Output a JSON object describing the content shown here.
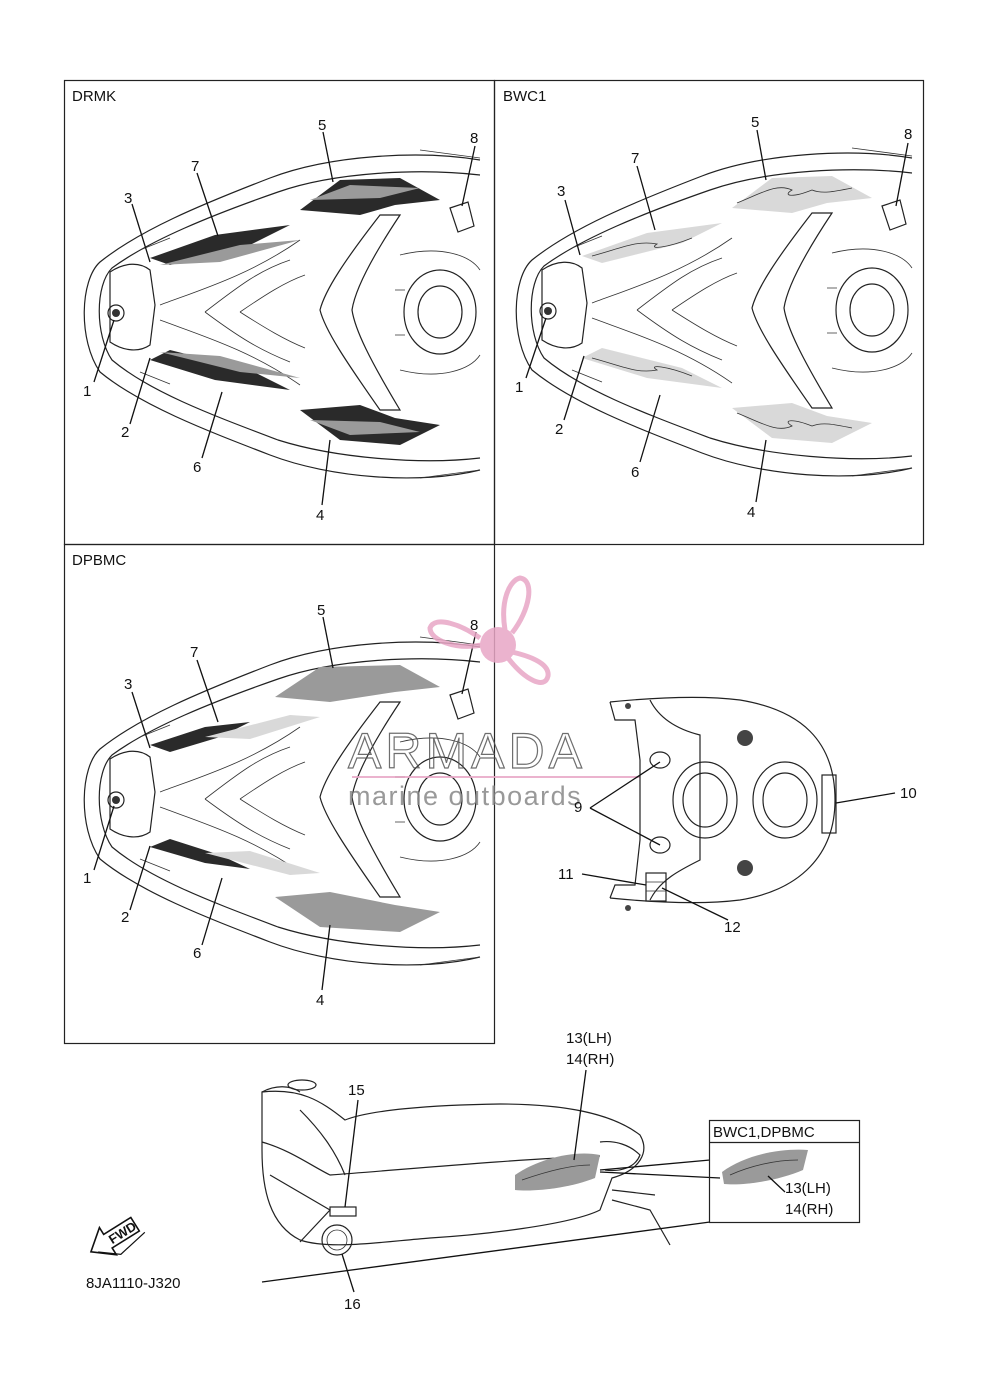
{
  "panels": [
    {
      "title": "DRMK",
      "callouts": [
        "1",
        "2",
        "3",
        "4",
        "5",
        "6",
        "7",
        "8"
      ]
    },
    {
      "title": "BWC1",
      "callouts": [
        "1",
        "2",
        "3",
        "4",
        "5",
        "6",
        "7",
        "8"
      ]
    },
    {
      "title": "DPBMC",
      "callouts": [
        "1",
        "2",
        "3",
        "4",
        "5",
        "6",
        "7",
        "8"
      ]
    }
  ],
  "rear_view": {
    "callouts": [
      "9",
      "10",
      "11",
      "12"
    ]
  },
  "side_view": {
    "callouts": {
      "c15": "15",
      "c16": "16",
      "c13lh": "13(LH)",
      "c14rh": "14(RH)"
    },
    "inset": {
      "title": "BWC1,DPBMC",
      "c13lh": "13(LH)",
      "c14rh": "14(RH)"
    }
  },
  "fwd_label": "FWD",
  "diagram_code": "8JA1110-J320",
  "watermark": {
    "brand": "ARMADA",
    "tagline": "marine outboards",
    "color": "#e8a6c6"
  }
}
